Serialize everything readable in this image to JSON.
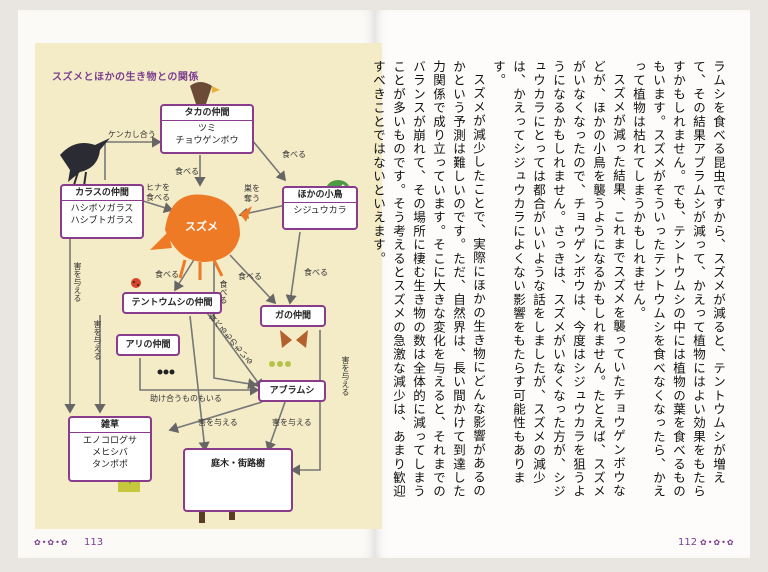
{
  "left_page": {
    "diagram_title": "スズメとほかの生き物との関係",
    "page_number": "113",
    "nodes": {
      "taka": {
        "head": "タカの仲間",
        "body": [
          "ツミ",
          "チョウゲンボウ"
        ]
      },
      "karasu": {
        "head": "カラスの仲間",
        "body": [
          "ハシボソガラス",
          "ハシブトガラス"
        ]
      },
      "suzume": {
        "label": "スズメ"
      },
      "kotori": {
        "head": "ほかの小鳥",
        "body": [
          "シジュウカラ"
        ]
      },
      "tentoumushi": {
        "head": "テントウムシの仲間"
      },
      "ga": {
        "head": "ガの仲間"
      },
      "ari": {
        "head": "アリの仲間"
      },
      "aburamushi": {
        "head": "アブラムシ"
      },
      "zassou": {
        "head": "雑草",
        "body": [
          "エノコログサ",
          "メヒシバ",
          "タンポポ"
        ]
      },
      "teiboku": {
        "head": "庭木・街路樹"
      }
    },
    "arrow_labels": {
      "kenka": "ケンカし合う",
      "taberu_1": "食べる",
      "taberu_2": "食べる",
      "hina_wo_taberu": "ヒナを\n食べる",
      "su_wo_ubau": "巣を\n奪う",
      "gai_wo_ataeru_1": "害を与える",
      "taberu_3": "食べる",
      "taberu_4": "食べる",
      "taberu_5": "食べる",
      "gai_wo_ataeru_2": "害を与える",
      "taberu_mono_mo_iru": "食べるものもいる",
      "tasuke_au": "助け合うものもいる",
      "gai_wo_ataeru_3": "害を与える",
      "gai_wo_ataeru_4": "害を与える",
      "gai_wo_ataeru_5": "害を与える",
      "taberu_6": "食べる"
    }
  },
  "right_page": {
    "page_number": "112",
    "paragraphs": [
      "ラムシを食べる昆虫ですから、スズメが減ると、テントウムシが増えて、その結果アブラムシが減って、かえって植物にはよい効果をもたらすかもしれません。でも、テントウムシの中には植物の葉を食べるものもいます。スズメがそういったテントウムシを食べなくなったら、かえって植物は枯れてしまうかもしれません。",
      "スズメが減った結果、これまでスズメを襲っていたチョウゲンボウなどが、ほかの小鳥を襲うようになるかもしれません。たとえば、スズメがいなくなったので、チョウゲンボウは、今度はシジュウカラを狙うようになるかもしれません。さっきは、スズメがいなくなった方が、シジュウカラにとっては都合がいいような話をしましたが、スズメの減少は、かえってシジュウカラによくない影響をもたらす可能性もあります。",
      "スズメが減少したことで、実際にほかの生き物にどんな影響があるのかという予測は難しいのです。ただ、自然界は、長い間かけて到達した力関係で成り立っています。そこに大きな変化を与えると、それまでのバランスが崩れて、その場所に棲む生き物の数は全体的に減ってしまうことが多いものです。そう考えるとスズメの急激な減少は、あまり歓迎すべきことではないといえます。"
    ]
  },
  "colors": {
    "accent": "#8a3c8c",
    "panel": "#f4ebc7",
    "suzume": "#ee7a26",
    "crow": "#2b2b33",
    "small_bird": "#4f9a45",
    "hawk": "#6b4a36"
  }
}
